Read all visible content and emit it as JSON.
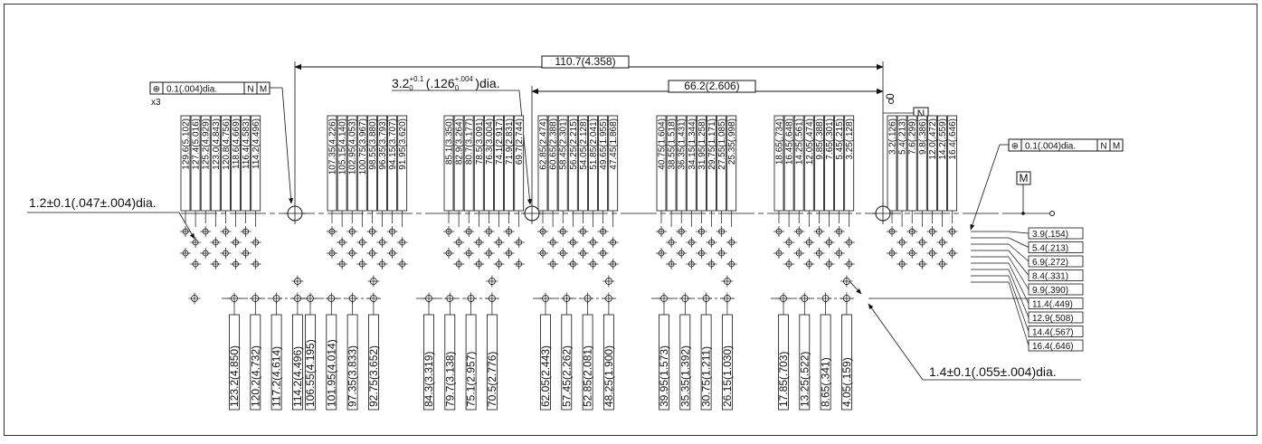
{
  "dimensions": {
    "overall": "110.7(4.358)",
    "inner": "66.2(2.606)",
    "zero": "0"
  },
  "datums": {
    "n": "N",
    "m": "M"
  },
  "position_callout": {
    "symbol": "⊕",
    "tolerance": "0.1(.004)dia.",
    "datum_n": "N",
    "datum_m": "M",
    "multiplier": "x3"
  },
  "hole_callouts": {
    "guide_hole_main": "3.2",
    "guide_hole_tol_plus": "+0.1",
    "guide_hole_tol_minus": "0",
    "guide_hole_inch_open": "(.126",
    "guide_hole_inch_plus": "+.004",
    "guide_hole_inch_minus": "0",
    "guide_hole_close": ")dia.",
    "left_hole": "1.2±0.1(.047±.004)dia.",
    "pin_hole": "1.4±0.1(.055±.004)dia."
  },
  "top_labels": [
    [
      "129.6(5.102)",
      "127.4(5.016)",
      "125.2(4.929)",
      "123.0(4.843)",
      "120.8(4.756)",
      "118.6(4.669)",
      "116.4(4.583)",
      "114.2(4.496)"
    ],
    [
      "107.35(4.226)",
      "105.15(4.140)",
      "102.95(4.053)",
      "100.75(3.967)",
      "98.55(3.880)",
      "96.35(3.793)",
      "94.15(3.707)",
      "91.95(3.620)"
    ],
    [
      "85.1(3.350)",
      "82.9(3.264)",
      "80.7(3.177)",
      "78.5(3.091)",
      "76.3(3.004)",
      "74.1(2.917)",
      "71.9(2.831)",
      "69.7(2.744)"
    ],
    [
      "62.85(2.474)",
      "60.65(2.388)",
      "58.45(2.301)",
      "56.25(2.215)",
      "54.05(2.128)",
      "51.85(2.041)",
      "49.65(1.955)",
      "47.45(1.868)"
    ],
    [
      "40.75(1.604)",
      "38.55(1.518)",
      "36.35(1.431)",
      "34.15(1.344)",
      "31.95(1.258)",
      "29.75(1.171)",
      "27.55(1.085)",
      "25.35(.998)"
    ],
    [
      "18.65(.734)",
      "16.45(.648)",
      "14.25(.561)",
      "12.05(.474)",
      "9.85(.388)",
      "7.65(.301)",
      "5.45(.215)",
      "3.25(.128)"
    ],
    [
      "3.2(.126)",
      "5.4(.213)",
      "7.6(.299)",
      "9.8(.386)",
      "12.0(.472)",
      "14.2(.559)",
      "16.4(.646)"
    ]
  ],
  "bottom_labels": [
    [
      "123.2(4.850)",
      "120.2(4.732)",
      "117.2(4.614)",
      "114.2(4.496)"
    ],
    [
      "106.55(4.195)",
      "101.95(4.014)",
      "97.35(3.833)",
      "92.75(3.652)"
    ],
    [
      "84.3(3.319)",
      "79.7(3.138)",
      "75.1(2.957)",
      "70.5(2.776)"
    ],
    [
      "62.05(2.443)",
      "57.45(2.262)",
      "52.85(2.081)",
      "48.25(1.900)"
    ],
    [
      "39.95(1.573)",
      "35.35(1.392)",
      "30.75(1.211)",
      "26.15(1.030)"
    ],
    [
      "17.85(.703)",
      "13.25(.522)",
      "8.65(.341)",
      "4.05(.159)"
    ]
  ],
  "right_labels": [
    "3.9(.154)",
    "5.4(.213)",
    "6.9(.272)",
    "8.4(.331)",
    "9.9(.390)",
    "11.4(.449)",
    "12.9(.508)",
    "14.4(.567)",
    "16.4(.646)"
  ]
}
